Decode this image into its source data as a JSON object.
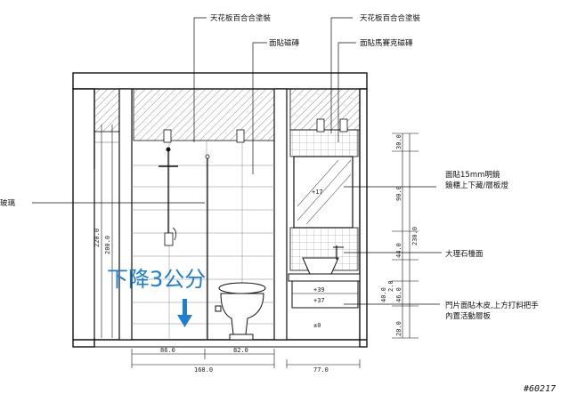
{
  "labels": {
    "ceiling_left": "天花板百合合塗裝",
    "ceiling_right": "天花板百合合塗裝",
    "wall_tile": "面貼磁磚",
    "mosaic_tile": "面貼馬賽克磁磚",
    "glass": "玻璃",
    "mirror": "面貼15mm明鏡\n鏡櫃上下藏/層板燈",
    "marble": "大理石檯面",
    "door_panel": "門片面貼木皮,上方打斜把手\n內置活動層板",
    "lower_note": "下降3公分"
  },
  "elevations": {
    "mirror_17": "+17",
    "shelf_39": "+39",
    "shelf_37": "+37",
    "floor_0": "±0"
  },
  "dimensions": {
    "height_220": "220.0",
    "height_200": "200.0",
    "right_30": "30.0",
    "right_90": "90.0",
    "right_230": "230.0",
    "right_44": "44.0",
    "right_2": "2.0",
    "right_40": "40.0",
    "right_46": "46.0",
    "right_20": "20.0",
    "width_86": "86.0",
    "width_82": "82.0",
    "width_168": "168.0",
    "width_77": "77.0"
  },
  "stamp": "#60217",
  "colors": {
    "note_blue": "#1e7fd0",
    "line": "#111111"
  }
}
